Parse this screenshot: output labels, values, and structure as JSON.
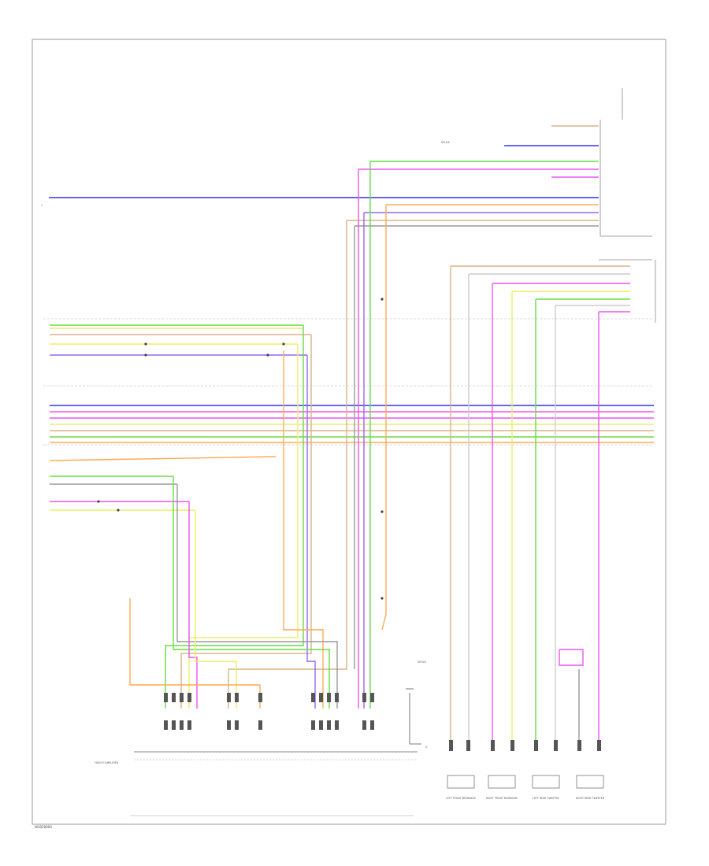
{
  "colors": {
    "blue": "#3333ee",
    "green": "#66dd44",
    "orange": "#ffaa55",
    "pink": "#ee55ee",
    "yellow": "#eeee66",
    "violet": "#9966ee",
    "tan": "#d8b48a",
    "gray": "#999999",
    "frame": "#9a9a9a"
  },
  "labels": {
    "code": "W3020000",
    "hifi_amp": "HIGH-FI AMPLIFIER",
    "splice_1": "SPLICE",
    "splice_2": "SPLICE",
    "pin_num_left": "1",
    "ground": "G"
  },
  "speakers": [
    {
      "name": "LEFT FRONT MIDRANGE"
    },
    {
      "name": "RIGHT FRONT MIDRANGE"
    },
    {
      "name": "LEFT REAR TWEETER"
    },
    {
      "name": "RIGHT REAR TWEETER"
    }
  ]
}
